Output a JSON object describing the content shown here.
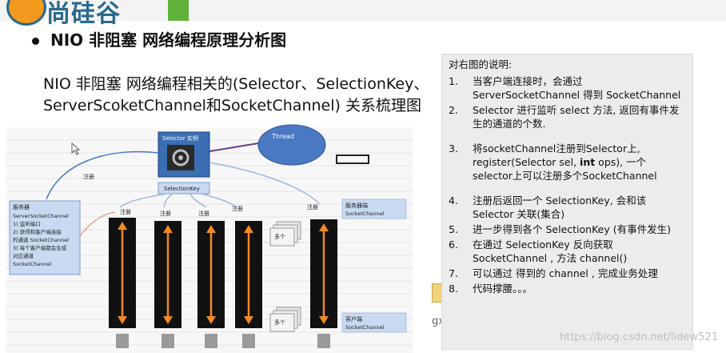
{
  "header": {
    "logo_text": "尚硅谷"
  },
  "title": "NIO 非阻塞 网络编程原理分析图",
  "subtitle_line1": "NIO 非阻塞 网络编程相关的(Selector、SelectionKey、",
  "subtitle_line2": "ServerScoketChannel和SocketChannel) 关系梳理图",
  "diagram": {
    "selector_label": "Selector 实例",
    "thread_label": "Thread",
    "selection_key_label": "SelectionKey",
    "register_label": "注册",
    "server_box": {
      "title": "服务器",
      "lines": [
        "ServerSocketChannel",
        "1) 监听端口",
        "2) 获得和客户端连接",
        "的通道 SocketChannel",
        "3) 每个客户端都会生成",
        "对应通道",
        "SocketChannel"
      ]
    },
    "server_end_title": "服务器端",
    "server_end_sub": "SocketChannel",
    "client_end_title": "客户端",
    "client_end_sub": "SocketChannel",
    "many_label": "多个"
  },
  "notes": {
    "heading": "对右图的说明:",
    "items": [
      {
        "n": "1.",
        "text": "当客户端连接时，会通过 ServerSocketChannel 得到 SocketChannel"
      },
      {
        "n": "2.",
        "text": "Selector 进行监听  select 方法, 返回有事件发生的通道的个数."
      },
      {
        "n": "3.",
        "text_before": "将socketChannel注册到Selector上, register(Selector sel, ",
        "text_bold": "int",
        "text_after": " ops), 一个selector上可以注册多个SocketChannel"
      },
      {
        "n": "4.",
        "text": "注册后返回一个 SelectionKey, 会和该Selector 关联(集合)"
      },
      {
        "n": "5.",
        "text": "进一步得到各个 SelectionKey (有事件发生)"
      },
      {
        "n": "6.",
        "text": "在通过 SelectionKey  反向获取 SocketChannel , 方法 channel()"
      },
      {
        "n": "7.",
        "text": "可以通过  得到的 channel , 完成业务处理"
      },
      {
        "n": "8.",
        "text": "代码撑腰。。。"
      }
    ]
  },
  "watermark": "https://blog.csdn.net/lidew521",
  "gx_text": "gx",
  "colors": {
    "selector_blue": "#3b6fb4",
    "light_blue_box": "#c9daf0",
    "thread_blue": "#4a78c2",
    "arrow_orange": "#f08a24",
    "arrow_purple": "#6a3d8c"
  }
}
